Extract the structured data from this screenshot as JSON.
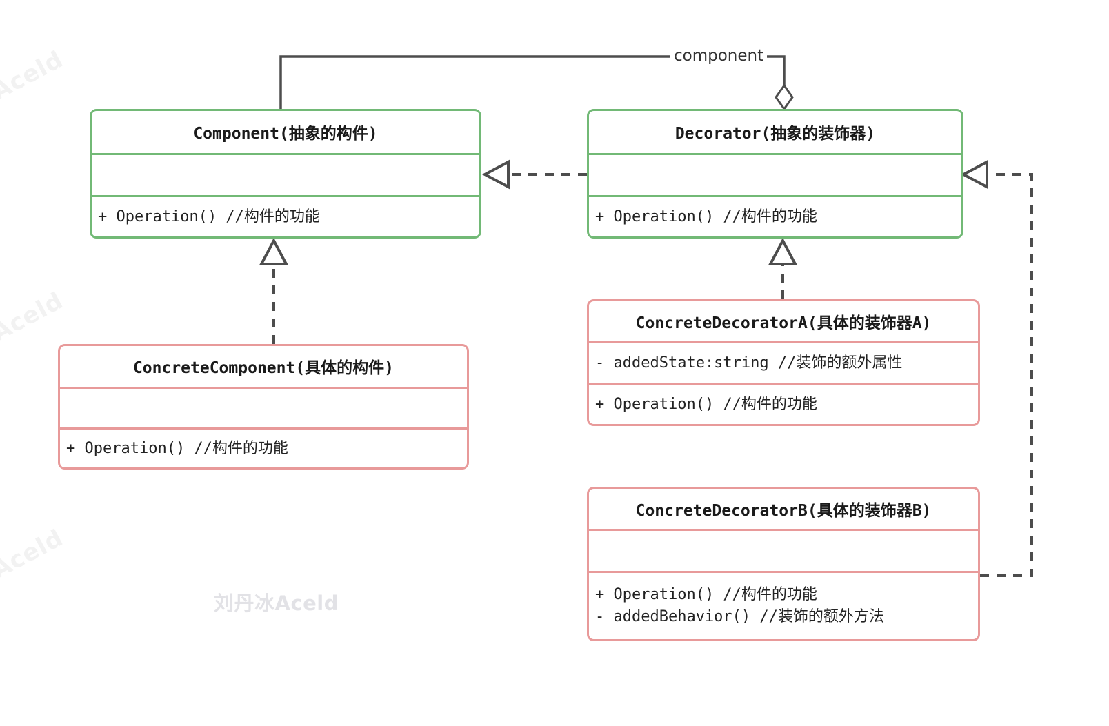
{
  "diagram": {
    "title": "Decorator Pattern UML Class Diagram",
    "colors": {
      "abstract_border": "#72b976",
      "concrete_border": "#e89a9a",
      "connector": "#4d4d4d",
      "text": "#1a1a1a",
      "background": "#ffffff",
      "watermark": "#e2e2e6"
    },
    "classes": [
      {
        "id": "component",
        "name": "Component(抽象的构件)",
        "stereotype": "abstract",
        "attributes": [],
        "operations": [
          "+ Operation() //构件的功能"
        ]
      },
      {
        "id": "decorator",
        "name": "Decorator(抽象的装饰器)",
        "stereotype": "abstract",
        "attributes": [],
        "operations": [
          "+ Operation() //构件的功能"
        ]
      },
      {
        "id": "concrete-component",
        "name": "ConcreteComponent(具体的构件)",
        "stereotype": "concrete",
        "attributes": [],
        "operations": [
          "+ Operation() //构件的功能"
        ]
      },
      {
        "id": "concrete-decorator-a",
        "name": "ConcreteDecoratorA(具体的装饰器A)",
        "stereotype": "concrete",
        "attributes": [
          "- addedState:string //装饰的额外属性"
        ],
        "operations": [
          "+ Operation() //构件的功能"
        ]
      },
      {
        "id": "concrete-decorator-b",
        "name": "ConcreteDecoratorB(具体的装饰器B)",
        "stereotype": "concrete",
        "attributes": [],
        "operations": [
          "+ Operation() //构件的功能",
          "- addedBehavior() //装饰的额外方法"
        ]
      }
    ],
    "relations": [
      {
        "id": "aggregation",
        "type": "aggregation",
        "from": "decorator",
        "to": "component",
        "label": "component"
      },
      {
        "id": "decorator-realizes-component",
        "type": "realization",
        "from": "decorator",
        "to": "component",
        "label": ""
      },
      {
        "id": "concrete-component-realizes-component",
        "type": "realization",
        "from": "concrete-component",
        "to": "component",
        "label": ""
      },
      {
        "id": "concrete-decorator-a-realizes-decorator",
        "type": "realization",
        "from": "concrete-decorator-a",
        "to": "decorator",
        "label": ""
      },
      {
        "id": "concrete-decorator-b-realizes-decorator",
        "type": "realization",
        "from": "concrete-decorator-b",
        "to": "decorator",
        "label": ""
      }
    ],
    "watermarks": {
      "center": "刘丹冰Aceld",
      "corner": "Aceld"
    }
  }
}
